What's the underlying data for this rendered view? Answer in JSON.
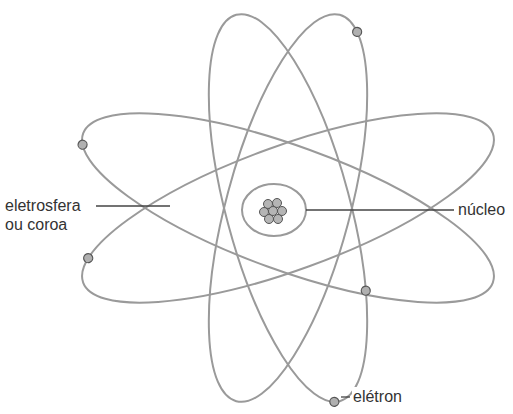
{
  "diagram": {
    "labels": [
      "núcleo",
      "eletrosfera ou coroa",
      "elétron"
    ]
  }
}
